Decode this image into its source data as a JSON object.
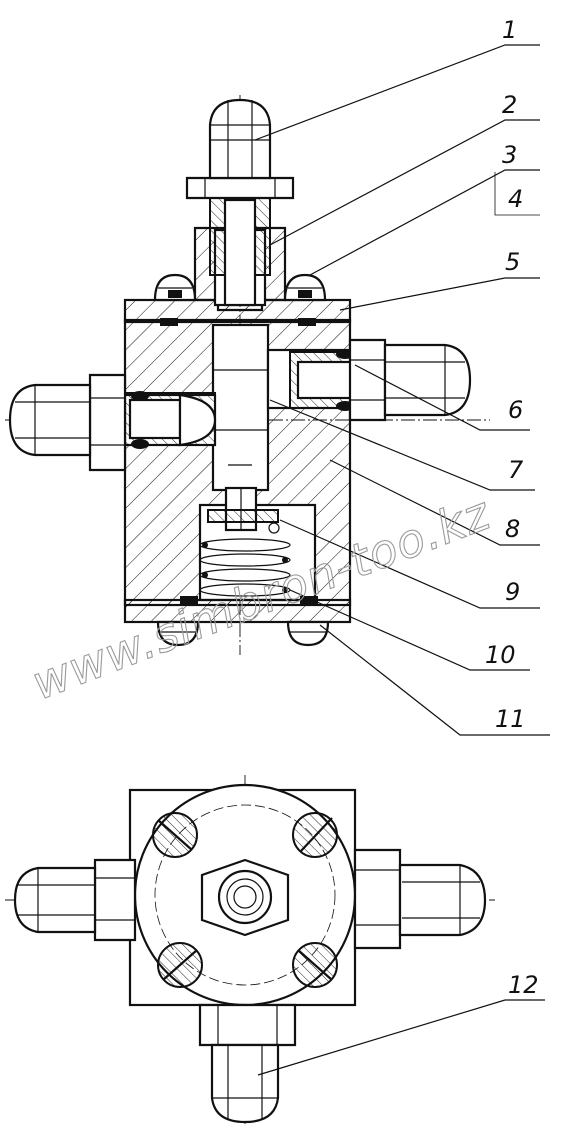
{
  "labels": [
    {
      "id": "1",
      "text": "1"
    },
    {
      "id": "2",
      "text": "2"
    },
    {
      "id": "3",
      "text": "3"
    },
    {
      "id": "4",
      "text": "4"
    },
    {
      "id": "5",
      "text": "5"
    },
    {
      "id": "6",
      "text": "6"
    },
    {
      "id": "7",
      "text": "7"
    },
    {
      "id": "8",
      "text": "8"
    },
    {
      "id": "9",
      "text": "9"
    },
    {
      "id": "10",
      "text": "10"
    },
    {
      "id": "11",
      "text": "11"
    },
    {
      "id": "12",
      "text": "12"
    }
  ],
  "watermark": "www.simbron-too.kz"
}
